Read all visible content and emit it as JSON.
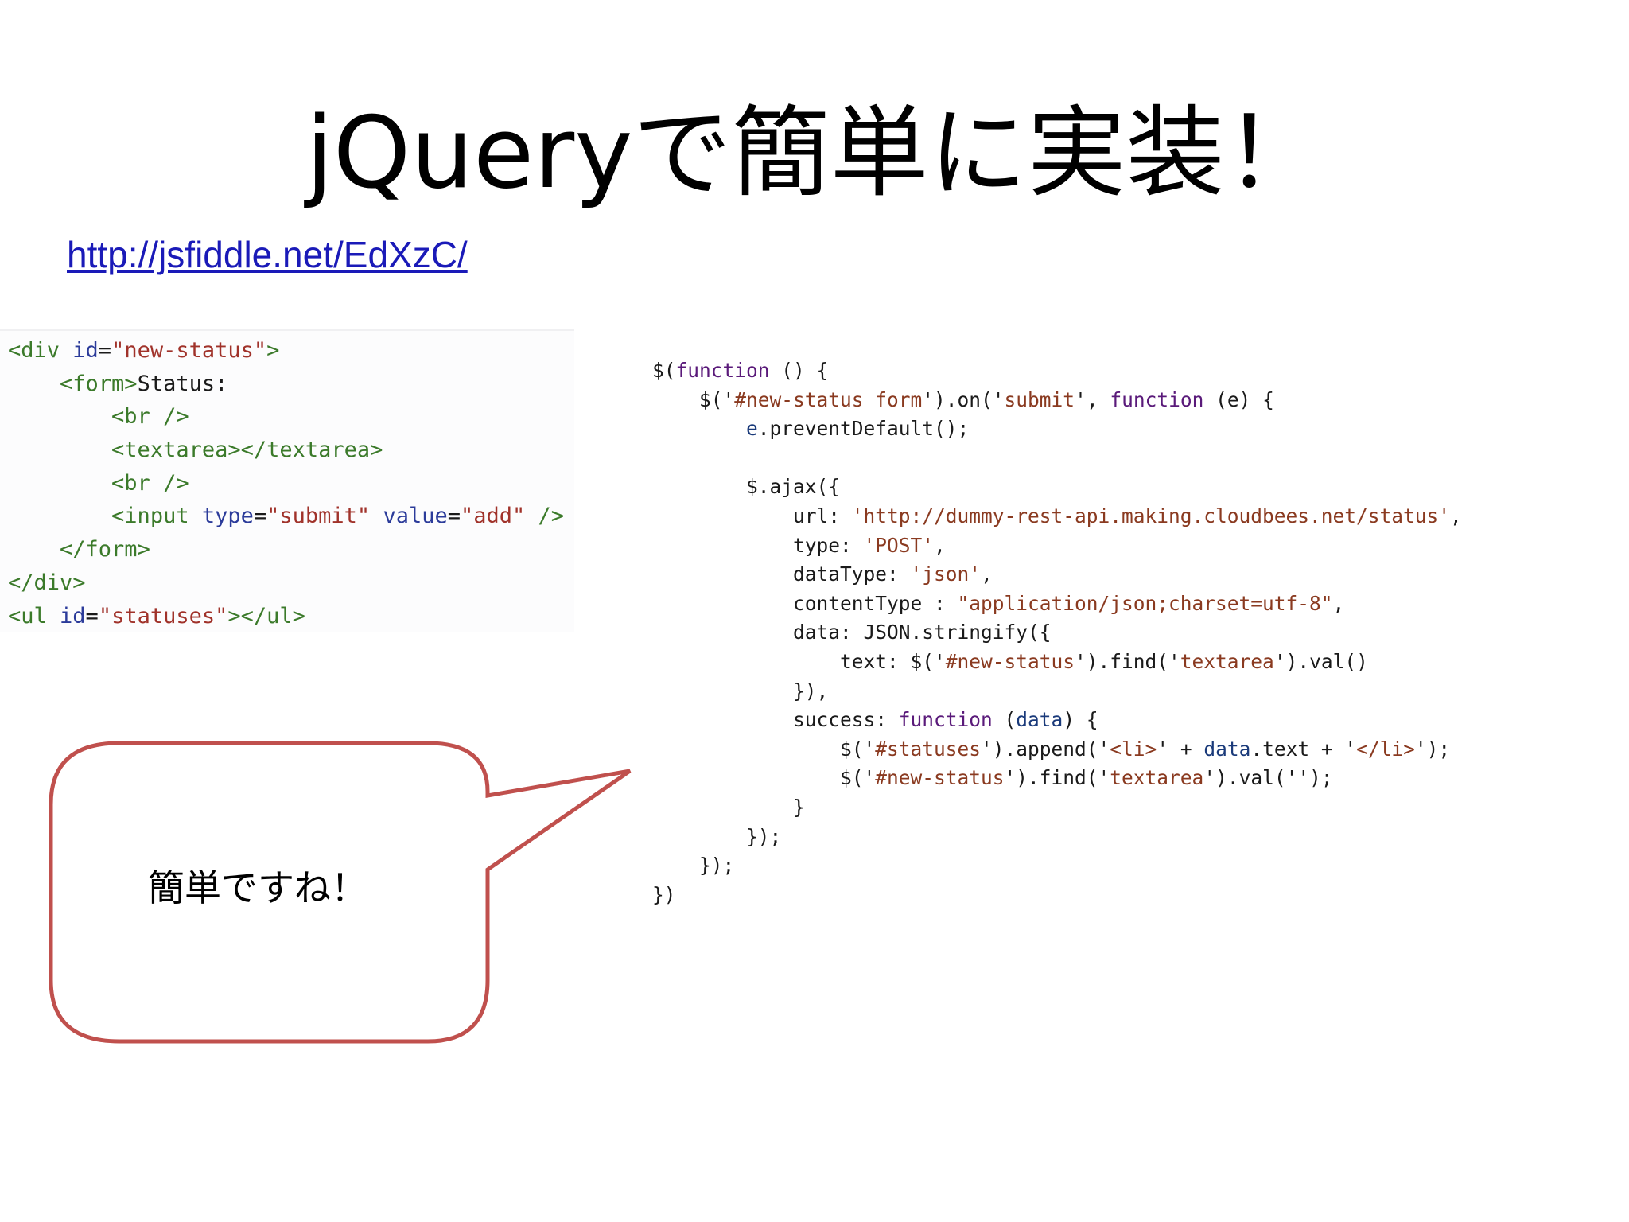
{
  "slide": {
    "title": "jQueryで簡単に実装！",
    "link": "http://jsfiddle.net/EdXzC/"
  },
  "html_code": {
    "lines": [
      [
        {
          "t": "tag",
          "v": "<div "
        },
        {
          "t": "attr",
          "v": "id"
        },
        {
          "t": "plain",
          "v": "="
        },
        {
          "t": "str",
          "v": "\"new-status\""
        },
        {
          "t": "tag",
          "v": ">"
        }
      ],
      [
        {
          "t": "plain",
          "v": "    "
        },
        {
          "t": "tag",
          "v": "<form>"
        },
        {
          "t": "plain",
          "v": "Status:"
        }
      ],
      [
        {
          "t": "plain",
          "v": "        "
        },
        {
          "t": "tag",
          "v": "<br />"
        }
      ],
      [
        {
          "t": "plain",
          "v": "        "
        },
        {
          "t": "tag",
          "v": "<textarea></textarea>"
        }
      ],
      [
        {
          "t": "plain",
          "v": "        "
        },
        {
          "t": "tag",
          "v": "<br />"
        }
      ],
      [
        {
          "t": "plain",
          "v": "        "
        },
        {
          "t": "tag",
          "v": "<input "
        },
        {
          "t": "attr",
          "v": "type"
        },
        {
          "t": "plain",
          "v": "="
        },
        {
          "t": "str",
          "v": "\"submit\""
        },
        {
          "t": "plain",
          "v": " "
        },
        {
          "t": "attr",
          "v": "value"
        },
        {
          "t": "plain",
          "v": "="
        },
        {
          "t": "str",
          "v": "\"add\""
        },
        {
          "t": "plain",
          "v": " "
        },
        {
          "t": "tag",
          "v": "/>"
        }
      ],
      [
        {
          "t": "plain",
          "v": "    "
        },
        {
          "t": "tag",
          "v": "</form>"
        }
      ],
      [
        {
          "t": "tag",
          "v": "</div>"
        }
      ],
      [
        {
          "t": "tag",
          "v": "<ul "
        },
        {
          "t": "attr",
          "v": "id"
        },
        {
          "t": "plain",
          "v": "="
        },
        {
          "t": "str",
          "v": "\"statuses\""
        },
        {
          "t": "tag",
          "v": "></ul>"
        }
      ]
    ]
  },
  "js_code": {
    "lines": [
      [
        {
          "t": "plain",
          "v": "$("
        },
        {
          "t": "kw",
          "v": "function"
        },
        {
          "t": "plain",
          "v": " () {"
        }
      ],
      [
        {
          "t": "plain",
          "v": "    $('"
        },
        {
          "t": "jsstr",
          "v": "#new-status form"
        },
        {
          "t": "plain",
          "v": "').on('"
        },
        {
          "t": "jsstr",
          "v": "submit"
        },
        {
          "t": "plain",
          "v": "', "
        },
        {
          "t": "kw",
          "v": "function"
        },
        {
          "t": "plain",
          "v": " (e) {"
        }
      ],
      [
        {
          "t": "plain",
          "v": "        "
        },
        {
          "t": "var",
          "v": "e"
        },
        {
          "t": "plain",
          "v": ".preventDefault();"
        }
      ],
      [
        {
          "t": "plain",
          "v": ""
        }
      ],
      [
        {
          "t": "plain",
          "v": "        $.ajax({"
        }
      ],
      [
        {
          "t": "plain",
          "v": "            url: "
        },
        {
          "t": "jsstr",
          "v": "'http://dummy-rest-api.making.cloudbees.net/status'"
        },
        {
          "t": "plain",
          "v": ","
        }
      ],
      [
        {
          "t": "plain",
          "v": "            type: "
        },
        {
          "t": "jsstr",
          "v": "'POST'"
        },
        {
          "t": "plain",
          "v": ","
        }
      ],
      [
        {
          "t": "plain",
          "v": "            dataType: "
        },
        {
          "t": "jsstr",
          "v": "'json'"
        },
        {
          "t": "plain",
          "v": ","
        }
      ],
      [
        {
          "t": "plain",
          "v": "            contentType : "
        },
        {
          "t": "jsstr",
          "v": "\"application/json;charset=utf-8\""
        },
        {
          "t": "plain",
          "v": ","
        }
      ],
      [
        {
          "t": "plain",
          "v": "            data: JSON.stringify({"
        }
      ],
      [
        {
          "t": "plain",
          "v": "                text: $('"
        },
        {
          "t": "jsstr",
          "v": "#new-status"
        },
        {
          "t": "plain",
          "v": "').find('"
        },
        {
          "t": "jsstr",
          "v": "textarea"
        },
        {
          "t": "plain",
          "v": "').val()"
        }
      ],
      [
        {
          "t": "plain",
          "v": "            }),"
        }
      ],
      [
        {
          "t": "plain",
          "v": "            success: "
        },
        {
          "t": "kw",
          "v": "function"
        },
        {
          "t": "plain",
          "v": " ("
        },
        {
          "t": "var",
          "v": "data"
        },
        {
          "t": "plain",
          "v": ") {"
        }
      ],
      [
        {
          "t": "plain",
          "v": "                $('"
        },
        {
          "t": "jsstr",
          "v": "#statuses"
        },
        {
          "t": "plain",
          "v": "').append('"
        },
        {
          "t": "jsstr",
          "v": "<li>"
        },
        {
          "t": "plain",
          "v": "' + "
        },
        {
          "t": "var",
          "v": "data"
        },
        {
          "t": "plain",
          "v": ".text + '"
        },
        {
          "t": "jsstr",
          "v": "</li>"
        },
        {
          "t": "plain",
          "v": "');"
        }
      ],
      [
        {
          "t": "plain",
          "v": "                $('"
        },
        {
          "t": "jsstr",
          "v": "#new-status"
        },
        {
          "t": "plain",
          "v": "').find('"
        },
        {
          "t": "jsstr",
          "v": "textarea"
        },
        {
          "t": "plain",
          "v": "').val('');"
        }
      ],
      [
        {
          "t": "plain",
          "v": "            }"
        }
      ],
      [
        {
          "t": "plain",
          "v": "        });"
        }
      ],
      [
        {
          "t": "plain",
          "v": "    });"
        }
      ],
      [
        {
          "t": "plain",
          "v": "})"
        }
      ]
    ]
  },
  "callout": {
    "text": "簡単ですね！",
    "border_color": "#c0504d",
    "fill_color": "#ffffff"
  }
}
